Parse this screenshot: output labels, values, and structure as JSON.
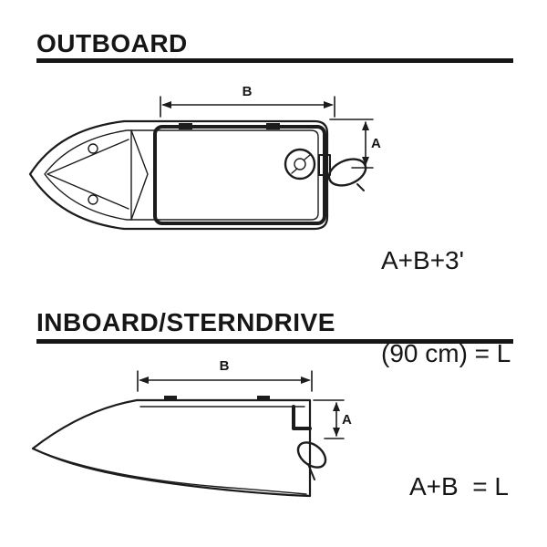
{
  "outboard": {
    "title": "OUTBOARD",
    "dim_b": "B",
    "dim_a": "A",
    "formula_lines": [
      "A+B+3'",
      "(90 cm) = L"
    ]
  },
  "inboard": {
    "title": "INBOARD/STERNDRIVE",
    "dim_b": "B",
    "dim_a": "A",
    "formula": "A+B  = L"
  },
  "colors": {
    "ink": "#1a1a1a",
    "background": "#ffffff"
  }
}
